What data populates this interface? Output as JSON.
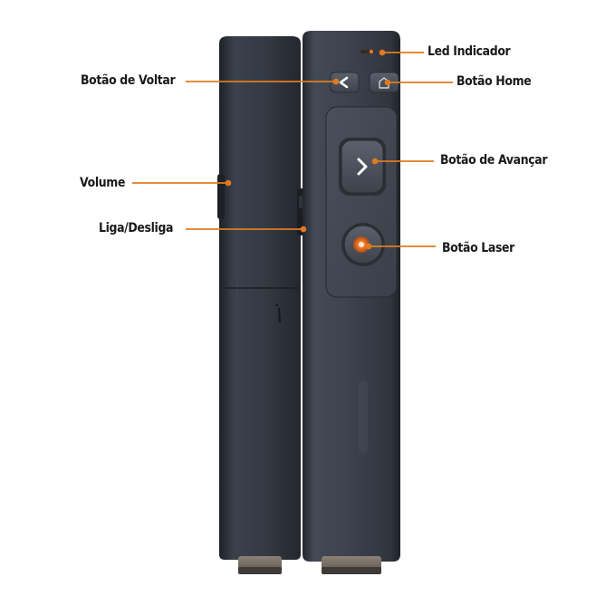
{
  "labels": {
    "led": "Led Indicador",
    "back": "Botão de Voltar",
    "home": "Botão Home",
    "forward": "Botão de Avançar",
    "volume": "Volume",
    "power": "Liga/Desliga",
    "laser": "Botão Laser"
  },
  "colors": {
    "leader_line": "#e07b1f",
    "body_dark": "#2b3038",
    "body_mid": "#3a404a",
    "laser_orange": "#e8742a"
  },
  "icons": {
    "back": "chevron-left-icon",
    "home": "home-icon",
    "forward": "chevron-right-icon",
    "laser": "laser-dot-icon"
  }
}
